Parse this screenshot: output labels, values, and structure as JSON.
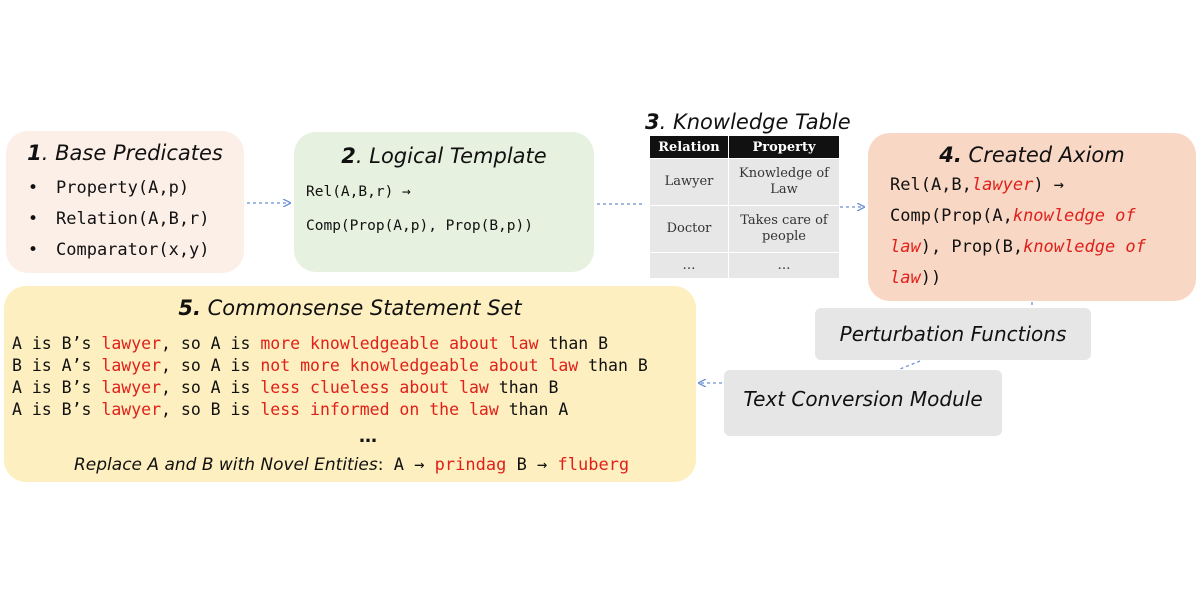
{
  "box1": {
    "num": "1",
    "title": ". Base Predicates",
    "bullet": "•",
    "items": [
      "Property(A,p)",
      "Relation(A,B,r)",
      "Comparator(x,y)"
    ]
  },
  "box2": {
    "num": "2",
    "title": ". Logical Template",
    "line1": "Rel(A,B,r) →",
    "line2": "Comp(Prop(A,p), Prop(B,p))"
  },
  "box3": {
    "num": "3",
    "title": ". Knowledge Table",
    "headers": [
      "Relation",
      "Property"
    ],
    "rows": [
      [
        "Lawyer",
        "Knowledge of",
        "Law"
      ],
      [
        "Doctor",
        "Takes care of",
        "people"
      ],
      [
        "…",
        "…",
        ""
      ]
    ]
  },
  "box4": {
    "num": "4.",
    "title": " Created Axiom",
    "l1a": "Rel(A,B,",
    "l1b": "lawyer",
    "l1c": ") →",
    "l2a": "Comp(Prop(A,",
    "l2b": "knowledge of",
    "l3a": "law",
    "l3b": "), Prop(B,",
    "l3c": "knowledge of",
    "l4a": "law",
    "l4b": "))"
  },
  "box5": {
    "num": "5.",
    "title": " Commonsense Statement Set",
    "lines": [
      [
        "A is B’s ",
        "lawyer",
        ", so A is ",
        "more knowledgeable about law",
        " than B"
      ],
      [
        "B is A’s ",
        "lawyer",
        ", so A is ",
        "not more knowledgeable about law",
        " than B"
      ],
      [
        "A is B’s ",
        "lawyer",
        ", so A is ",
        "less clueless about law",
        " than B"
      ],
      [
        "A is B’s ",
        "lawyer",
        ", so B is ",
        "less informed on the law",
        " than A"
      ]
    ],
    "ellipsis": "…",
    "replace_label": "Replace A and B with Novel Entities",
    "replace_colon": ":",
    "a_arrow": " A → ",
    "a_new": "prindag",
    "b_arrow": " B → ",
    "b_new": "fluberg"
  },
  "perturbation": "Perturbation Functions",
  "text_conversion": "Text Conversion Module",
  "colors": {
    "red": "#e0201b",
    "arrow": "#6a8fd4"
  }
}
